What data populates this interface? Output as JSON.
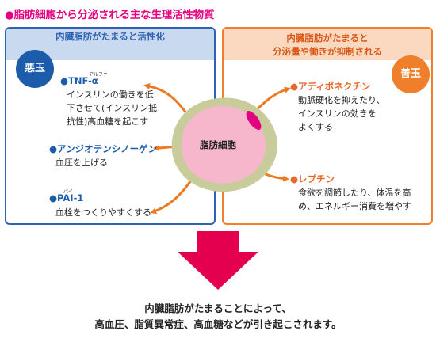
{
  "title": "●脂肪細胞から分泌される主な生理活性物質",
  "left_panel": {
    "heading": "内臓脂肪がたまると活性化",
    "badge": "悪玉",
    "items": [
      {
        "name": "●TNF-α",
        "ruby": "アルファ",
        "desc": [
          "インスリンの働きを低",
          "下させて(インスリン抵",
          "抗性)高血糖を起こす"
        ]
      },
      {
        "name": "●アンジオテンシノーゲン",
        "desc": [
          "血圧を上げる"
        ]
      },
      {
        "name": "●PAI-1",
        "ruby": "パイ",
        "desc": [
          "血栓をつくりやすくする"
        ]
      }
    ]
  },
  "right_panel": {
    "heading_line1": "内臓脂肪がたまると",
    "heading_line2": "分泌量や働きが抑制される",
    "badge": "善玉",
    "items": [
      {
        "name": "●アディポネクチン",
        "desc": [
          "動脈硬化を抑えたり、",
          "インスリンの効きを",
          "よくする"
        ]
      },
      {
        "name": "●レプチン",
        "desc": [
          "食欲を調節したり、体温を高",
          "め、エネルギー消費を増やす"
        ]
      }
    ]
  },
  "center_label": "脂肪細胞",
  "bottom": {
    "line1": "内臓脂肪がたまることによって、",
    "line2": "高血圧、脂質異常症、高血糖などが引き起こされます。"
  },
  "colors": {
    "title": "#e4007f",
    "bad_blue": "#1d5bab",
    "good_orange": "#ef7f2a",
    "arrow_orange": "#ec7a22",
    "down_arrow": "#e4004f",
    "cell_membrane": "#c8cc9a",
    "cell_body": "#f6b6cc"
  }
}
